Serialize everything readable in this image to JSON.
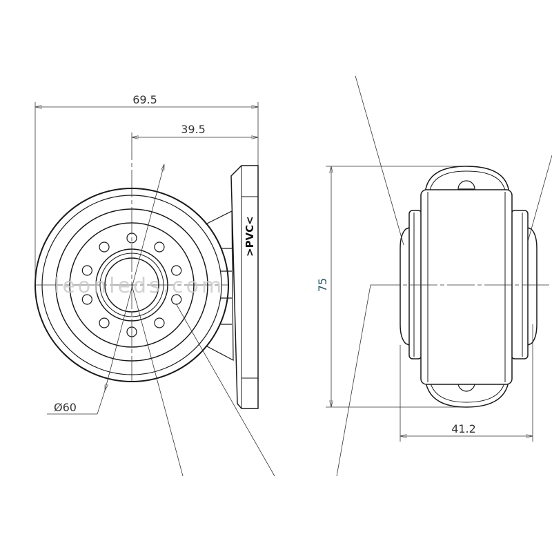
{
  "drawing": {
    "front_view": {
      "dim_overall_width": "69.5",
      "dim_center_to_mount": "39.5",
      "dim_diameter": "Ø60",
      "mount_label": ">PVC<",
      "led_hole_count": 10
    },
    "side_view": {
      "dim_height": "75",
      "dim_depth": "41.2"
    },
    "watermark": "leonleds.com"
  },
  "colors": {
    "line": "#1a1a1a",
    "thin": "#333333",
    "watermark": "#c8c8c8"
  }
}
